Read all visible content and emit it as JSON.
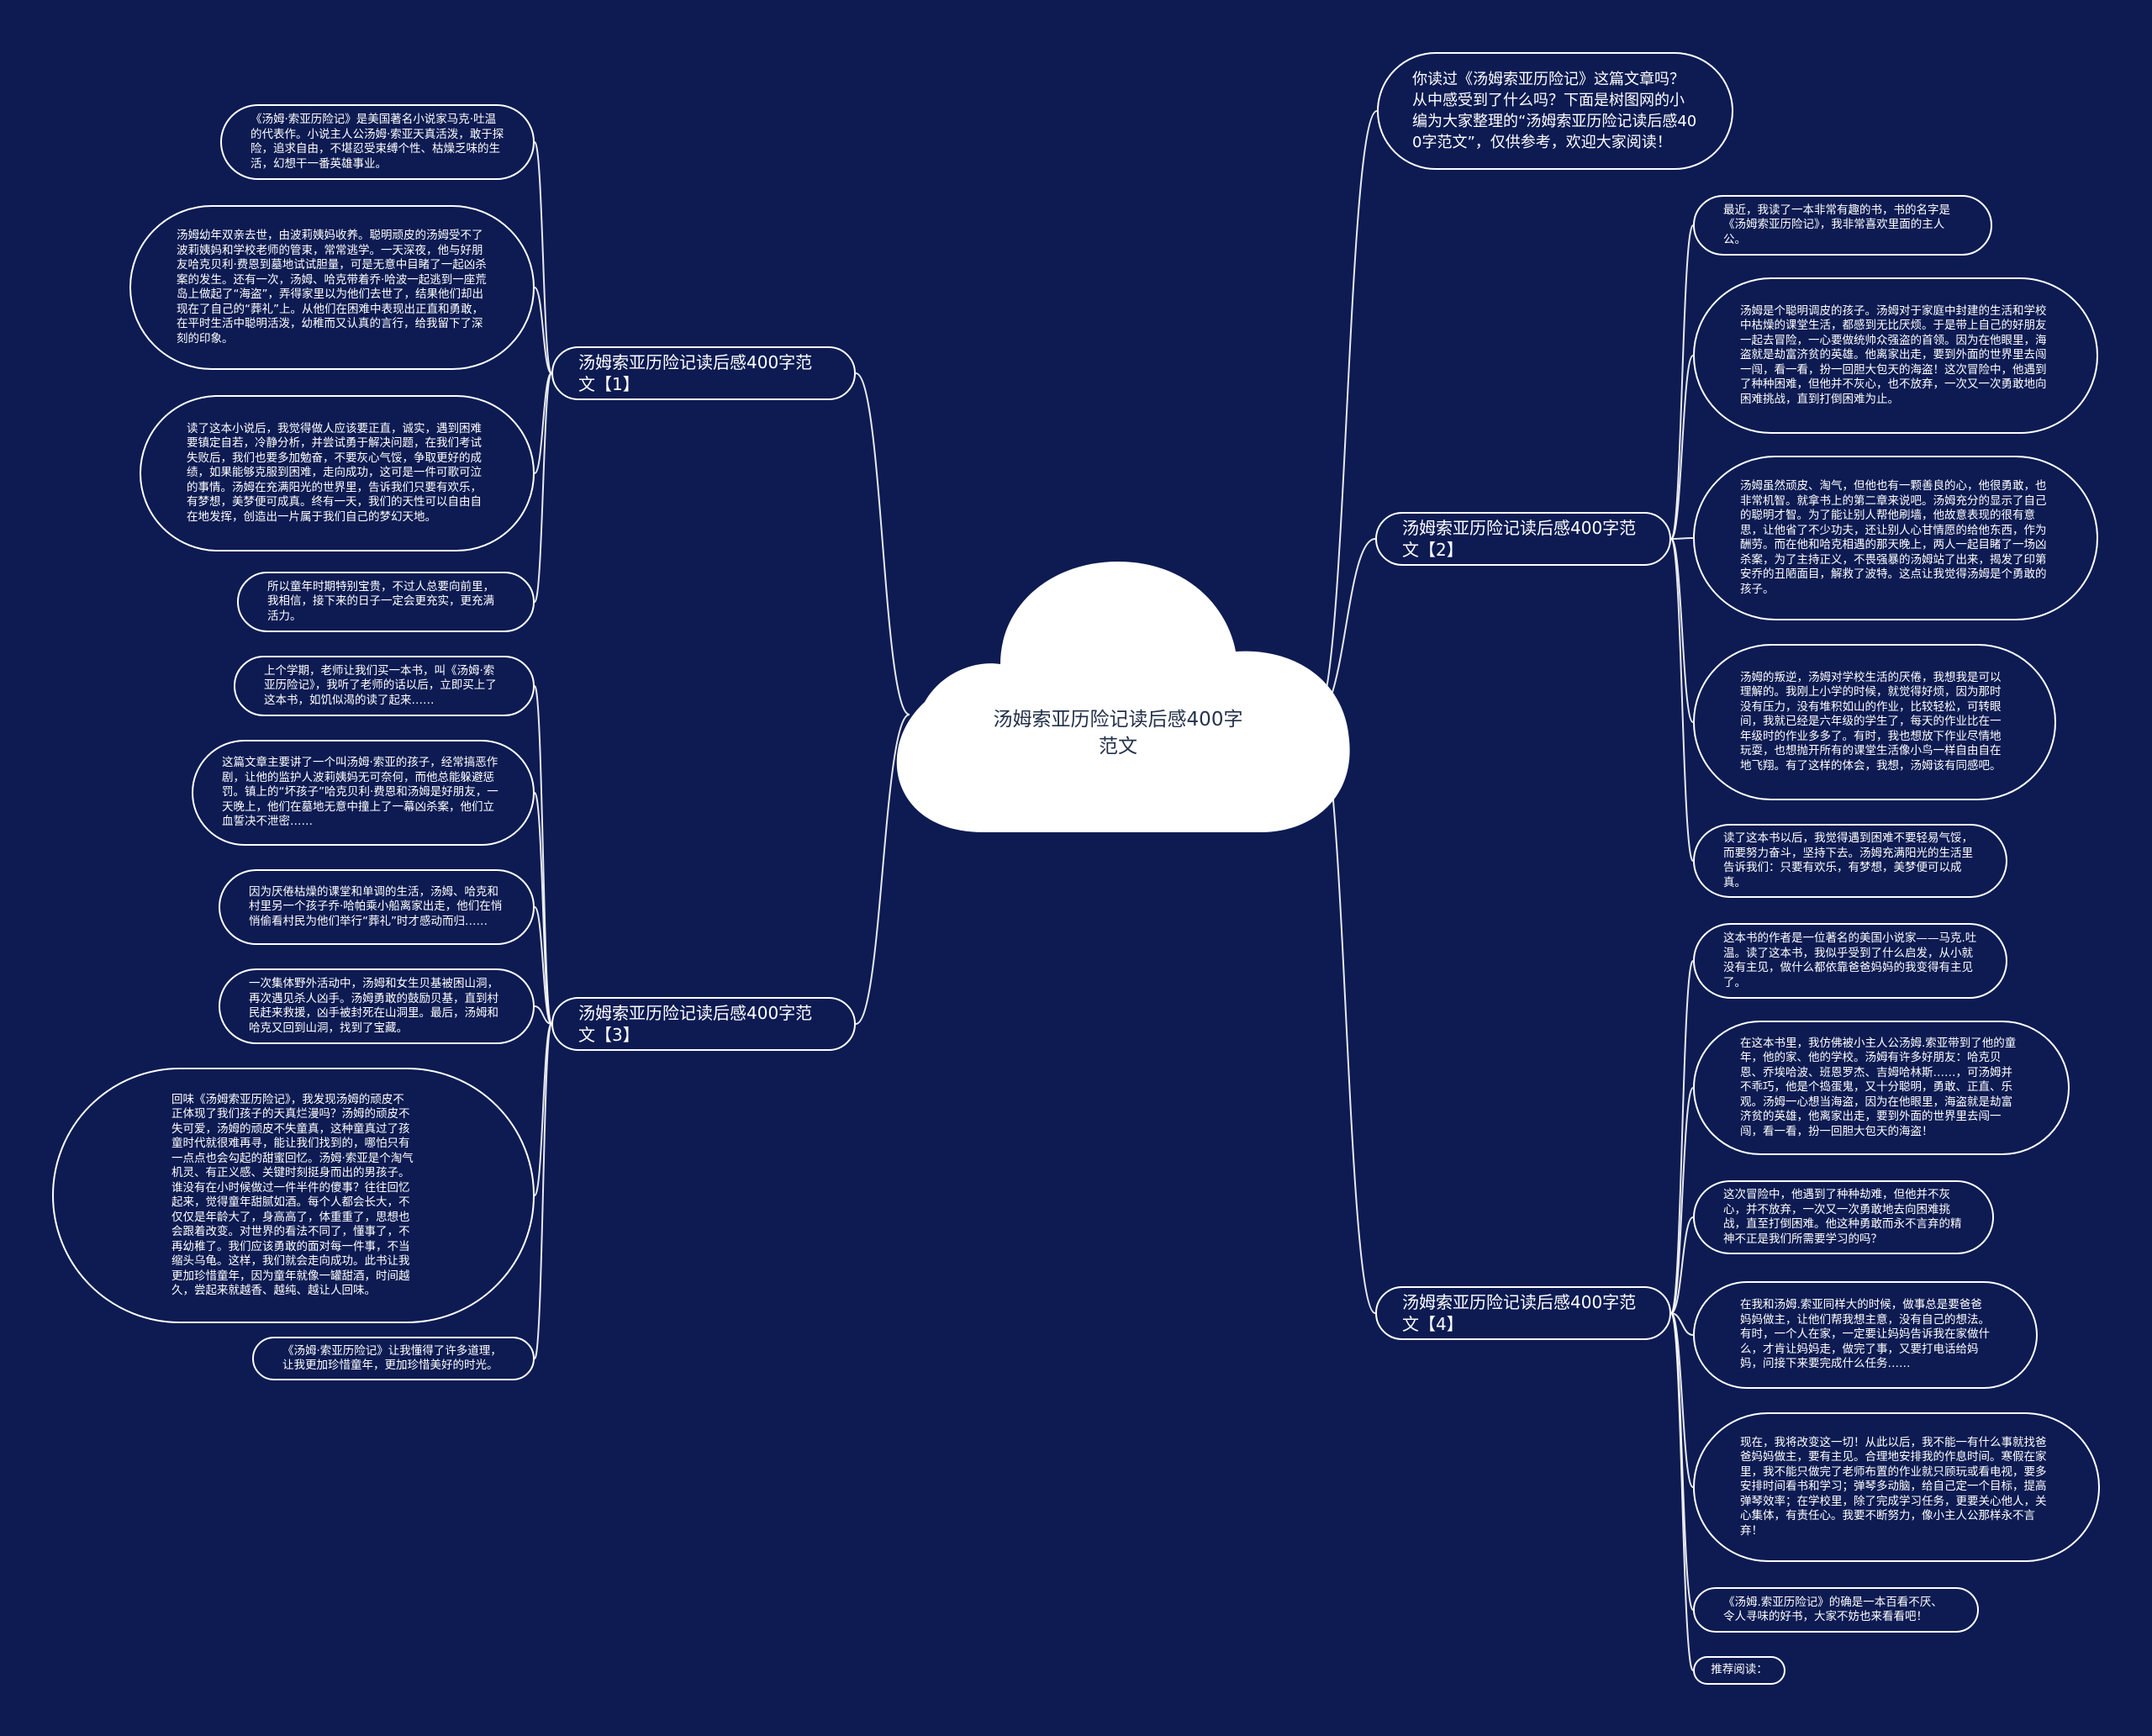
{
  "center": {
    "title": "汤姆索亚历险记读后感400字范文"
  },
  "intro": {
    "text": "你读过《汤姆索亚历险记》这篇文章吗？从中感受到了什么吗？下面是树图网的小编为大家整理的“汤姆索亚历险记读后感400字范文”，仅供参考，欢迎大家阅读！"
  },
  "branches": [
    {
      "label": "汤姆索亚历险记读后感400字范文【1】"
    },
    {
      "label": "汤姆索亚历险记读后感400字范文【2】"
    },
    {
      "label": "汤姆索亚历险记读后感400字范文【3】"
    },
    {
      "label": "汤姆索亚历险记读后感400字范文【4】"
    }
  ],
  "leaves_1": [
    "《汤姆·索亚历险记》是美国著名小说家马克·吐温的代表作。小说主人公汤姆·索亚天真活泼，敢于探险，追求自由，不堪忍受束缚个性、枯燥乏味的生活，幻想干一番英雄事业。",
    "汤姆幼年双亲去世，由波莉姨妈收养。聪明顽皮的汤姆受不了波莉姨妈和学校老师的管束，常常逃学。一天深夜，他与好朋友哈克贝利·费恩到墓地试试胆量，可是无意中目睹了一起凶杀案的发生。还有一次，汤姆、哈克带着乔·哈波一起逃到一座荒岛上做起了“海盗”，弄得家里以为他们去世了，结果他们却出现在了自己的“葬礼”上。从他们在困难中表现出正直和勇敢，在平时生活中聪明活泼，幼稚而又认真的言行，给我留下了深刻的印象。",
    "读了这本小说后，我觉得做人应该要正直，诚实，遇到困难要镇定自若，冷静分析，并尝试勇于解决问题，在我们考试失败后，我们也要多加勉奋，不要灰心气馁，争取更好的成绩，如果能够克服到困难，走向成功，这可是一件可歌可泣的事情。汤姆在充满阳光的世界里，告诉我们只要有欢乐，有梦想，美梦便可成真。终有一天，我们的天性可以自由自在地发挥，创造出一片属于我们自己的梦幻天地。",
    "所以童年时期特别宝贵，不过人总要向前里，我相信，接下来的日子一定会更充实，更充满活力。"
  ],
  "leaves_2": [
    "最近，我读了一本非常有趣的书，书的名字是《汤姆索亚历险记》，我非常喜欢里面的主人公。",
    "汤姆是个聪明调皮的孩子。汤姆对于家庭中封建的生活和学校中枯燥的课堂生活，都感到无比厌烦。于是带上自己的好朋友一起去冒险，一心要做统帅众强盗的首领。因为在他眼里，海盗就是劫富济贫的英雄。他离家出走，要到外面的世界里去闯一闯，看一看，扮一回胆大包天的海盗！这次冒险中，他遇到了种种困难，但他并不灰心，也不放弃，一次又一次勇敢地向困难挑战，直到打倒困难为止。",
    "汤姆虽然顽皮、淘气，但他也有一颗善良的心，他很勇敢，也非常机智。就拿书上的第二章来说吧。汤姆充分的显示了自己的聪明才智。为了能让别人帮他刷墙，他故意表现的很有意思，让他省了不少功夫，还让别人心甘情愿的给他东西，作为酬劳。而在他和哈克相遇的那天晚上，两人一起目睹了一场凶杀案，为了主持正义，不畏强暴的汤姆站了出来，揭发了印第安乔的丑陋面目，解救了波特。这点让我觉得汤姆是个勇敢的孩子。",
    "汤姆的叛逆，汤姆对学校生活的厌倦，我想我是可以理解的。我刚上小学的时候，就觉得好烦，因为那时没有压力，没有堆积如山的作业，比较轻松，可转眼间，我就已经是六年级的学生了，每天的作业比在一年级时的作业多多了。有时，我也想放下作业尽情地玩耍，也想抛开所有的课堂生活像小鸟一样自由自在地飞翔。有了这样的体会，我想，汤姆该有同感吧。",
    "读了这本书以后，我觉得遇到困难不要轻易气馁，而要努力奋斗，坚持下去。汤姆充满阳光的生活里告诉我们：只要有欢乐，有梦想，美梦便可以成真。"
  ],
  "leaves_3": [
    "上个学期，老师让我们买一本书，叫《汤姆·索亚历险记》，我听了老师的话以后，立即买上了这本书，如饥似渴的读了起来……",
    "这篇文章主要讲了一个叫汤姆·索亚的孩子，经常搞恶作剧，让他的监护人波莉姨妈无可奈何，而他总能躲避惩罚。镇上的“坏孩子”哈克贝利·费恩和汤姆是好朋友，一天晚上，他们在墓地无意中撞上了一幕凶杀案，他们立血誓决不泄密……",
    "因为厌倦枯燥的课堂和单调的生活，汤姆、哈克和村里另一个孩子乔·哈帕乘小船离家出走，他们在悄悄偷看村民为他们举行“葬礼”时才感动而归……",
    "一次集体野外活动中，汤姆和女生贝基被困山洞，再次遇见杀人凶手。汤姆勇敢的鼓励贝基，直到村民赶来救援，凶手被封死在山洞里。最后，汤姆和哈克又回到山洞，找到了宝藏。",
    "回味《汤姆索亚历险记》，我发现汤姆的顽皮不正体现了我们孩子的天真烂漫吗？汤姆的顽皮不失可爱，汤姆的顽皮不失童真，这种童真过了孩童时代就很难再寻，能让我们找到的，哪怕只有一点点也会勾起的甜蜜回忆。汤姆·索亚是个淘气机灵、有正义感、关键时刻挺身而出的男孩子。谁没有在小时候做过一件半件的傻事？往往回忆起来，觉得童年甜腻如酒。每个人都会长大，不仅仅是年龄大了，身高高了，体重重了，思想也会跟着改变。对世界的看法不同了，懂事了，不再幼稚了。我们应该勇敢的面对每一件事，不当缩头乌龟。这样，我们就会走向成功。此书让我更加珍惜童年，因为童年就像一罐甜酒，时间越久，尝起来就越香、越纯、越让人回味。",
    "《汤姆·索亚历险记》让我懂得了许多道理，让我更加珍惜童年，更加珍惜美好的时光。"
  ],
  "leaves_4": [
    "这本书的作者是一位著名的美国小说家——马克.吐温。读了这本书，我似乎受到了什么启发，从小就没有主见，做什么都依靠爸爸妈妈的我变得有主见了。",
    "在这本书里，我仿佛被小主人公汤姆.索亚带到了他的童年，他的家、他的学校。汤姆有许多好朋友：哈克贝恩、乔埃哈波、班恩罗杰、吉姆哈林斯……，可汤姆并不乖巧，他是个捣蛋鬼，又十分聪明，勇敢、正直、乐观。汤姆一心想当海盗，因为在他眼里，海盗就是劫富济贫的英雄，他离家出走，要到外面的世界里去闯一闯，看一看，扮一回胆大包天的海盗！",
    "这次冒险中，他遇到了种种劫难，但他并不灰心，并不放弃，一次又一次勇敢地去向困难挑战，直至打倒困难。他这种勇敢而永不言弃的精神不正是我们所需要学习的吗？",
    "在我和汤姆.索亚同样大的时候，做事总是要爸爸妈妈做主，让他们帮我想主意，没有自己的想法。有时，一个人在家，一定要让妈妈告诉我在家做什么，才肯让妈妈走，做完了事，又要打电话给妈妈，问接下来要完成什么任务……",
    "现在，我将改变这一切！从此以后，我不能一有什么事就找爸爸妈妈做主，要有主见。合理地安排我的作息时间。寒假在家里，我不能只做完了老师布置的作业就只顾玩或看电视，要多安排时间看书和学习；弹琴多动脑，给自己定一个目标，提高弹琴效率；在学校里，除了完成学习任务，更要关心他人，关心集体，有责任心。我要不断努力，像小主人公那样永不言弃！",
    "《汤姆.索亚历险记》的确是一本百看不厌、令人寻味的好书，大家不妨也来看看吧！",
    "推荐阅读："
  ],
  "colors": {
    "background": "#0d1b52",
    "line": "#ffffff",
    "cloud": "#ffffff",
    "center_text": "#24324a"
  }
}
